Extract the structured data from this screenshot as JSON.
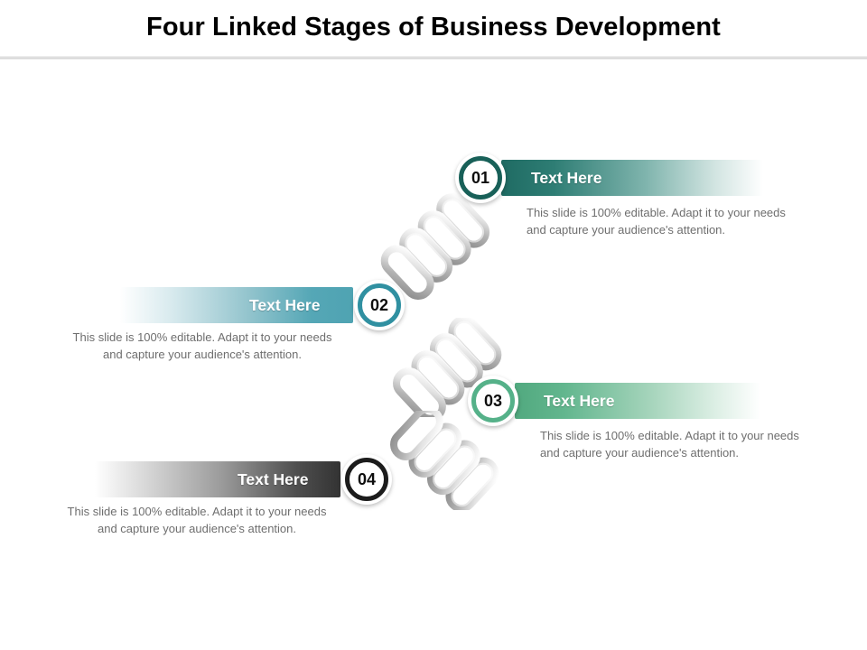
{
  "header": {
    "title": "Four Linked Stages of Business Development"
  },
  "diagram": {
    "body_text": "This slide is 100% editable. Adapt it to your needs and capture your audience's attention.",
    "stages": [
      {
        "number": "01",
        "label": "Text Here",
        "side": "right",
        "ring_color": "#186058",
        "bar_color": "#1f6b63"
      },
      {
        "number": "02",
        "label": "Text Here",
        "side": "left",
        "ring_color": "#3090a1",
        "bar_color": "#4fa3b2"
      },
      {
        "number": "03",
        "label": "Text Here",
        "side": "right",
        "ring_color": "#55b189",
        "bar_color": "#51a97f"
      },
      {
        "number": "04",
        "label": "Text Here",
        "side": "left",
        "ring_color": "#1c1c1c",
        "bar_color": "#3a3a3a"
      }
    ],
    "connector_icon": "chain-link-icon"
  }
}
